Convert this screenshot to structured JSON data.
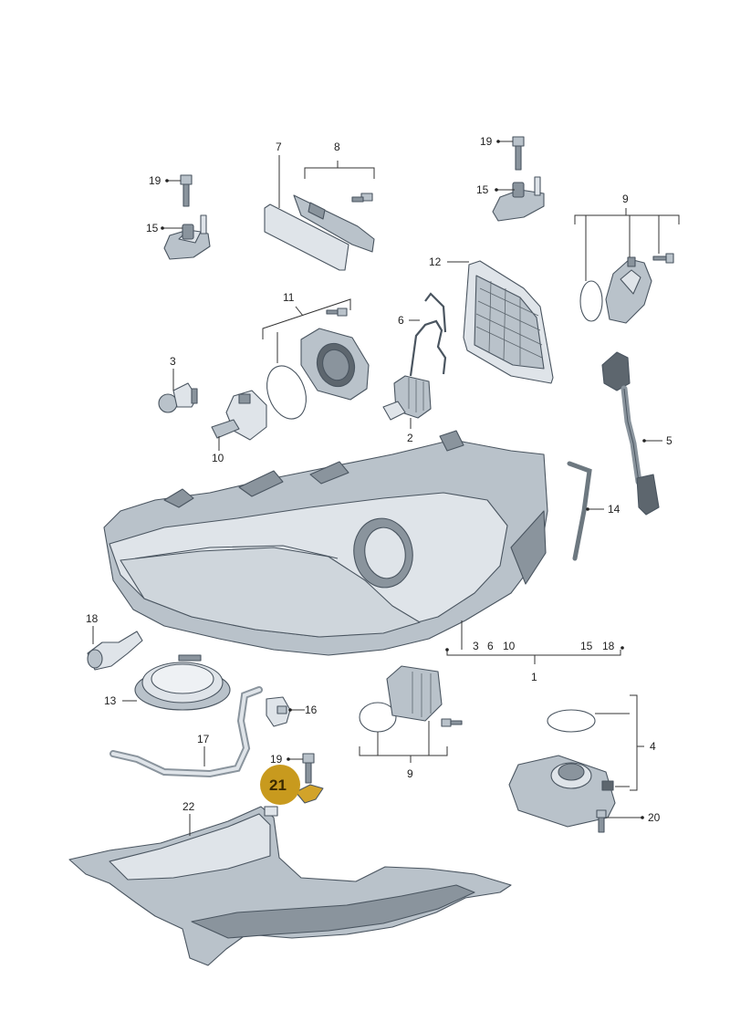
{
  "colors": {
    "part_light": "#dfe4e9",
    "part_mid": "#b9c2ca",
    "part_dark": "#8a949d",
    "outline": "#4a5560",
    "highlight_badge": "#c89a1e"
  },
  "highlight": {
    "label": "21"
  },
  "labels": {
    "l19a": "19",
    "l15a": "15",
    "l7": "7",
    "l8": "8",
    "l19b": "19",
    "l15b": "15",
    "l9a": "9",
    "l12": "12",
    "l11": "11",
    "l6": "6",
    "l3": "3",
    "l10": "10",
    "l2": "2",
    "l5": "5",
    "l14": "14",
    "l18": "18",
    "g3": "3",
    "g6": "6",
    "g10": "10",
    "g15": "15",
    "g18": "18",
    "l1": "1",
    "l13": "13",
    "l16": "16",
    "l17": "17",
    "l9b": "9",
    "l4": "4",
    "l19c": "19",
    "l20": "20",
    "l22": "22"
  }
}
